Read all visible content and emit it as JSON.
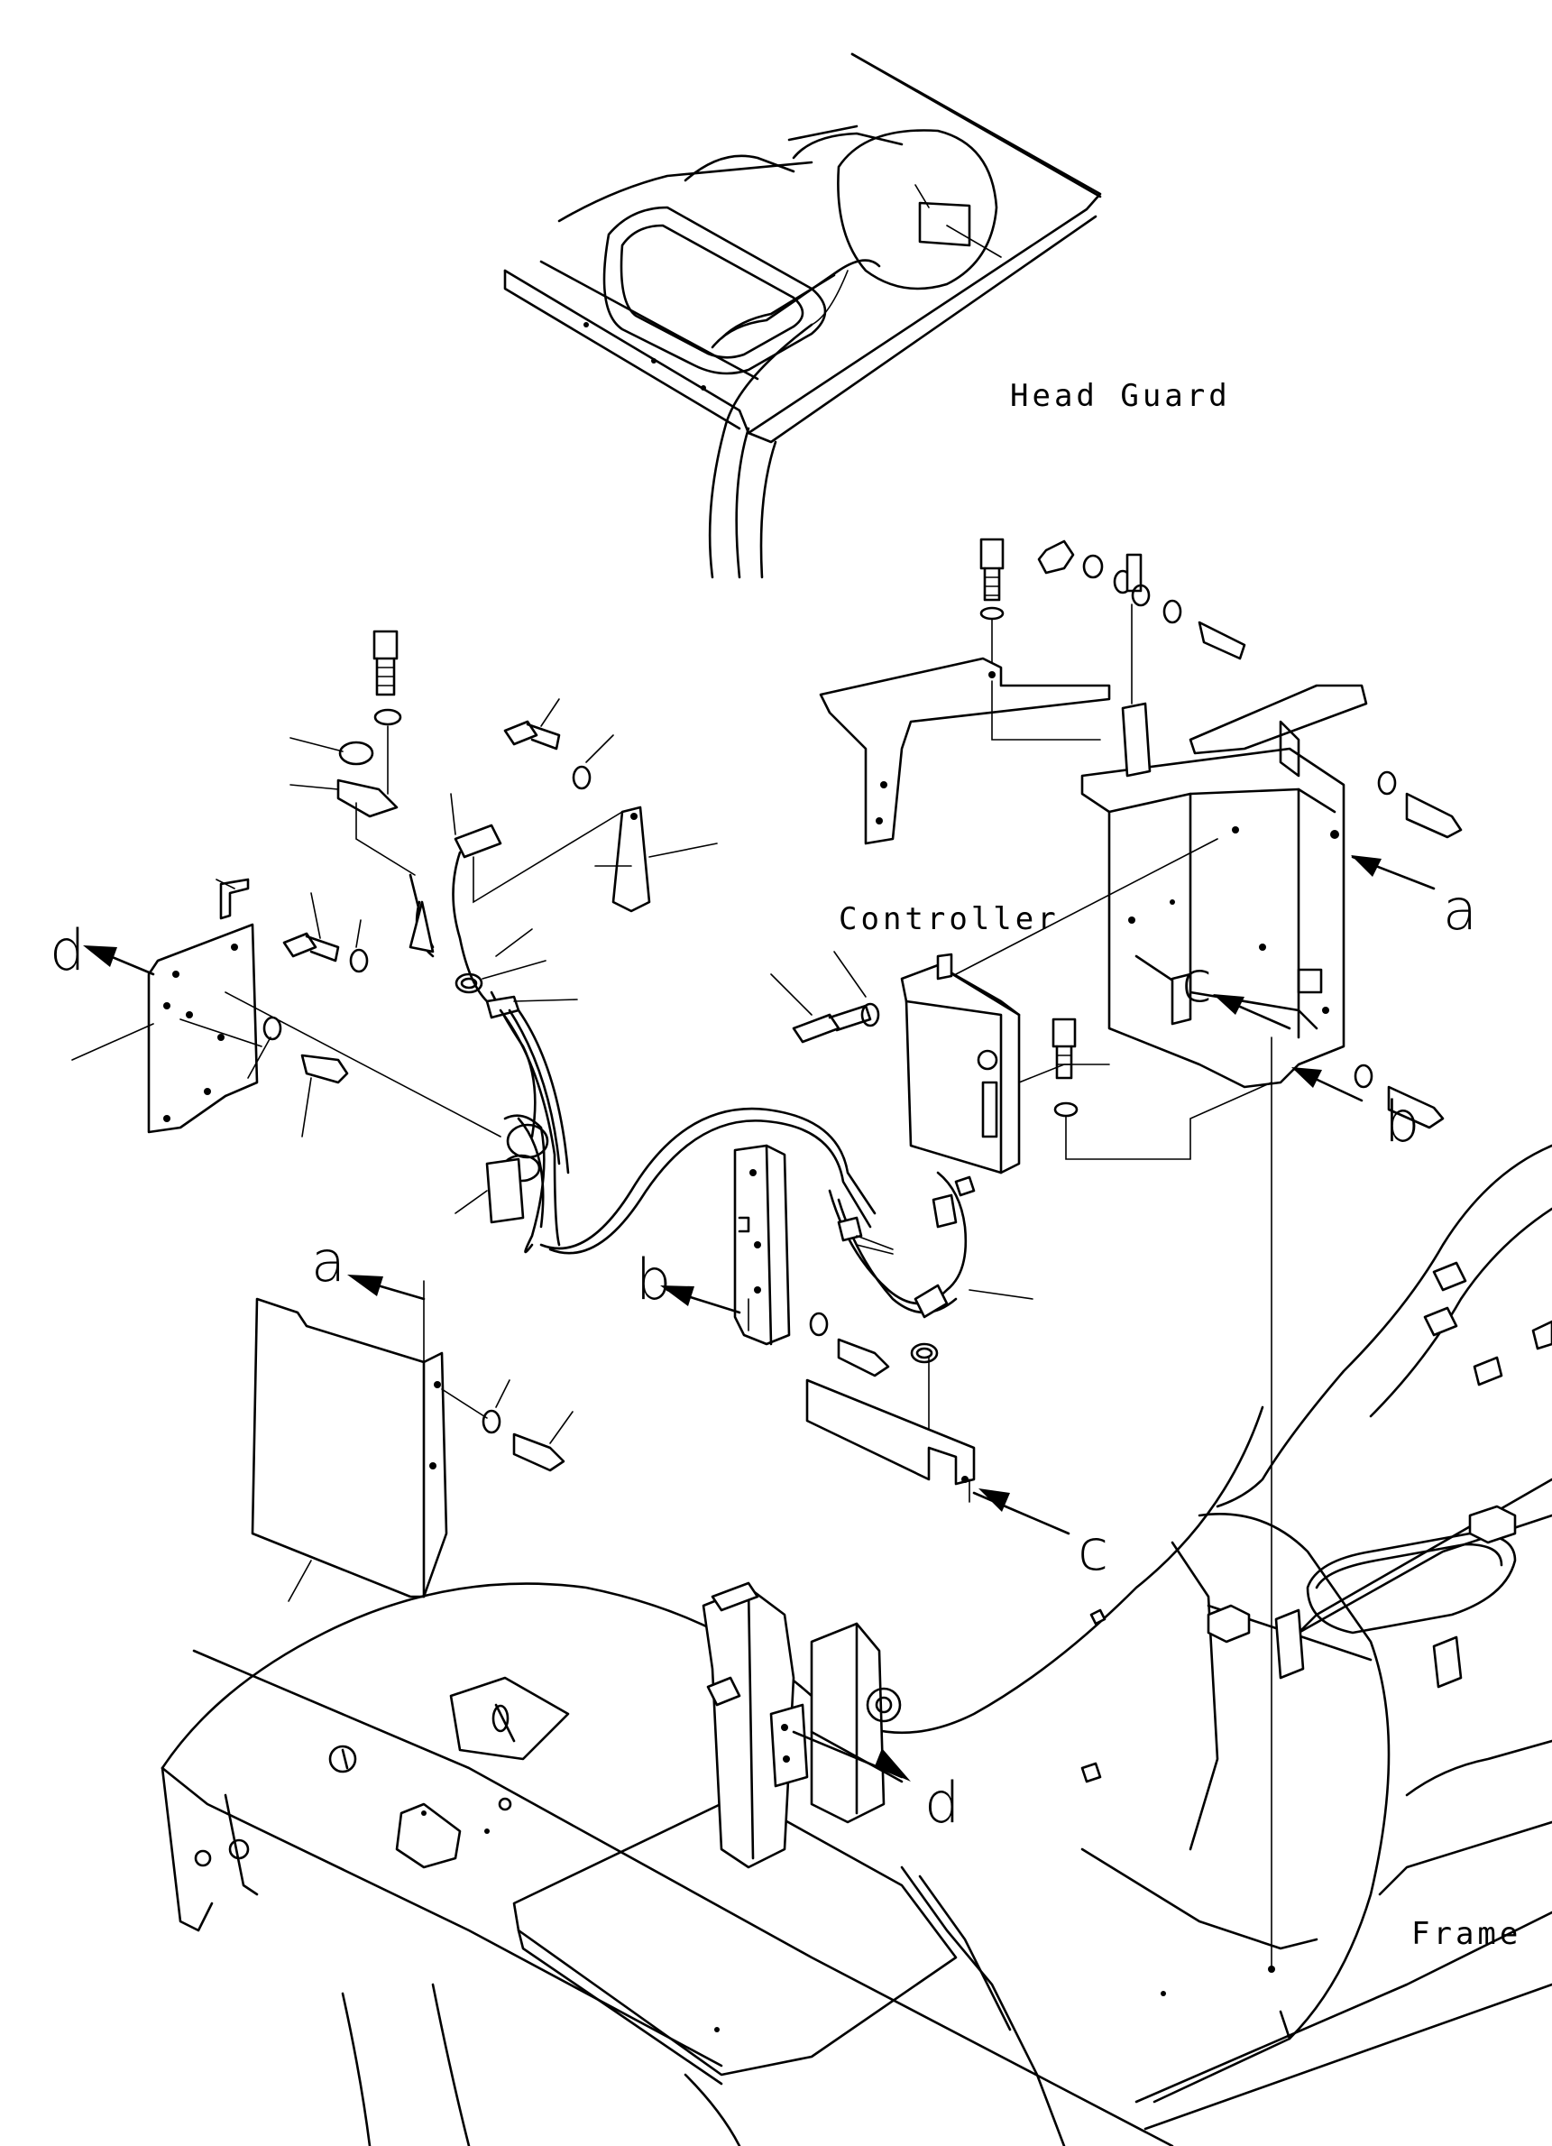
{
  "labels": {
    "head_guard": "Head Guard",
    "controller": "Controller",
    "frame": "Frame"
  },
  "callouts": {
    "a": "a",
    "b": "b",
    "c": "c",
    "d": "d"
  }
}
